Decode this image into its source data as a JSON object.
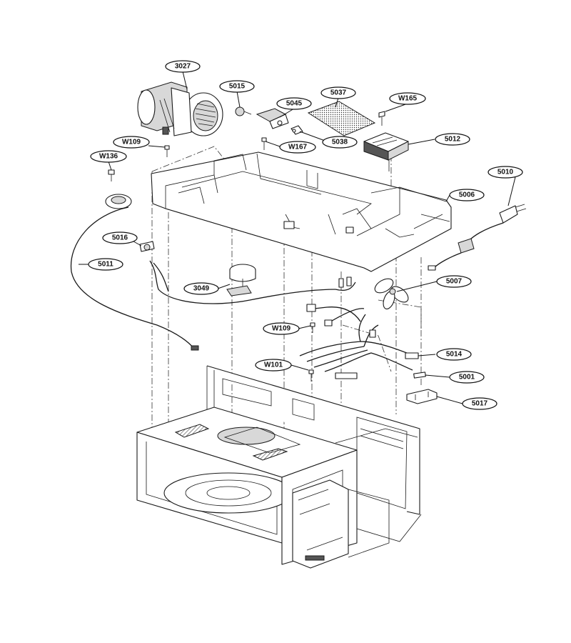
{
  "callouts": [
    {
      "id": "3027",
      "label": "3027"
    },
    {
      "id": "5015",
      "label": "5015"
    },
    {
      "id": "5045",
      "label": "5045"
    },
    {
      "id": "5037",
      "label": "5037"
    },
    {
      "id": "W165",
      "label": "W165"
    },
    {
      "id": "5038",
      "label": "5038"
    },
    {
      "id": "5012",
      "label": "5012"
    },
    {
      "id": "W167",
      "label": "W167"
    },
    {
      "id": "W109a",
      "label": "W109"
    },
    {
      "id": "W136",
      "label": "W136"
    },
    {
      "id": "5010",
      "label": "5010"
    },
    {
      "id": "5006",
      "label": "5006"
    },
    {
      "id": "5016",
      "label": "5016"
    },
    {
      "id": "5011",
      "label": "5011"
    },
    {
      "id": "3049",
      "label": "3049"
    },
    {
      "id": "5007",
      "label": "5007"
    },
    {
      "id": "W109b",
      "label": "W109"
    },
    {
      "id": "5014",
      "label": "5014"
    },
    {
      "id": "W101",
      "label": "W101"
    },
    {
      "id": "5001",
      "label": "5001"
    },
    {
      "id": "5017",
      "label": "5017"
    }
  ]
}
